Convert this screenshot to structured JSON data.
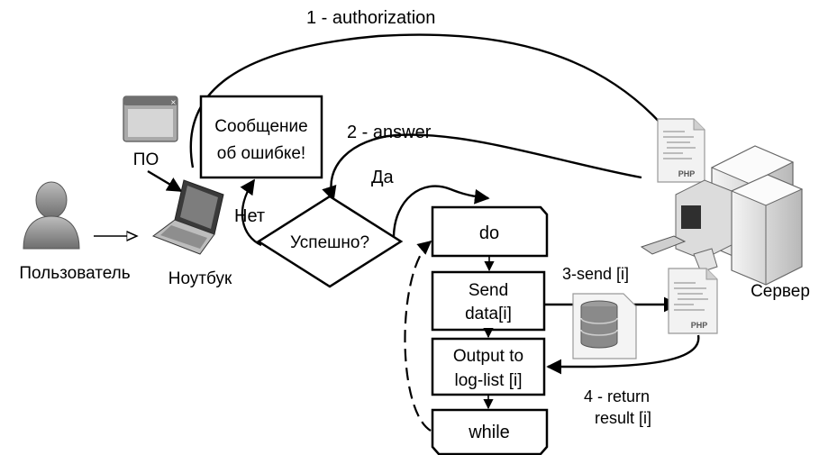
{
  "arrows": {
    "authorization": "1 - authorization",
    "answer": "2 - answer",
    "send": "3-send [i]",
    "return_line1": "4 - return",
    "return_line2": "result [i]"
  },
  "actors": {
    "user": "Пользователь",
    "software": "ПО",
    "laptop": "Ноутбук",
    "server": "Сервер"
  },
  "error_box": {
    "line1": "Сообщение",
    "line2": "об ошибке!"
  },
  "decision": {
    "label": "Успешно?",
    "yes": "Да",
    "no": "Нет"
  },
  "loop": {
    "do": "do",
    "send_line1": "Send",
    "send_line2": "data[i]",
    "output_line1": "Output to",
    "output_line2": "log-list [i]",
    "while": "while"
  },
  "icons": {
    "php_label": "PHP",
    "user": "user-icon",
    "window": "window-icon",
    "laptop": "laptop-icon",
    "server": "server-icon",
    "database": "database-icon",
    "php_file": "php-file-icon"
  },
  "colors": {
    "ink": "#000000",
    "icon_gray": "#8c8c8c",
    "icon_light": "#d9d9d9"
  }
}
